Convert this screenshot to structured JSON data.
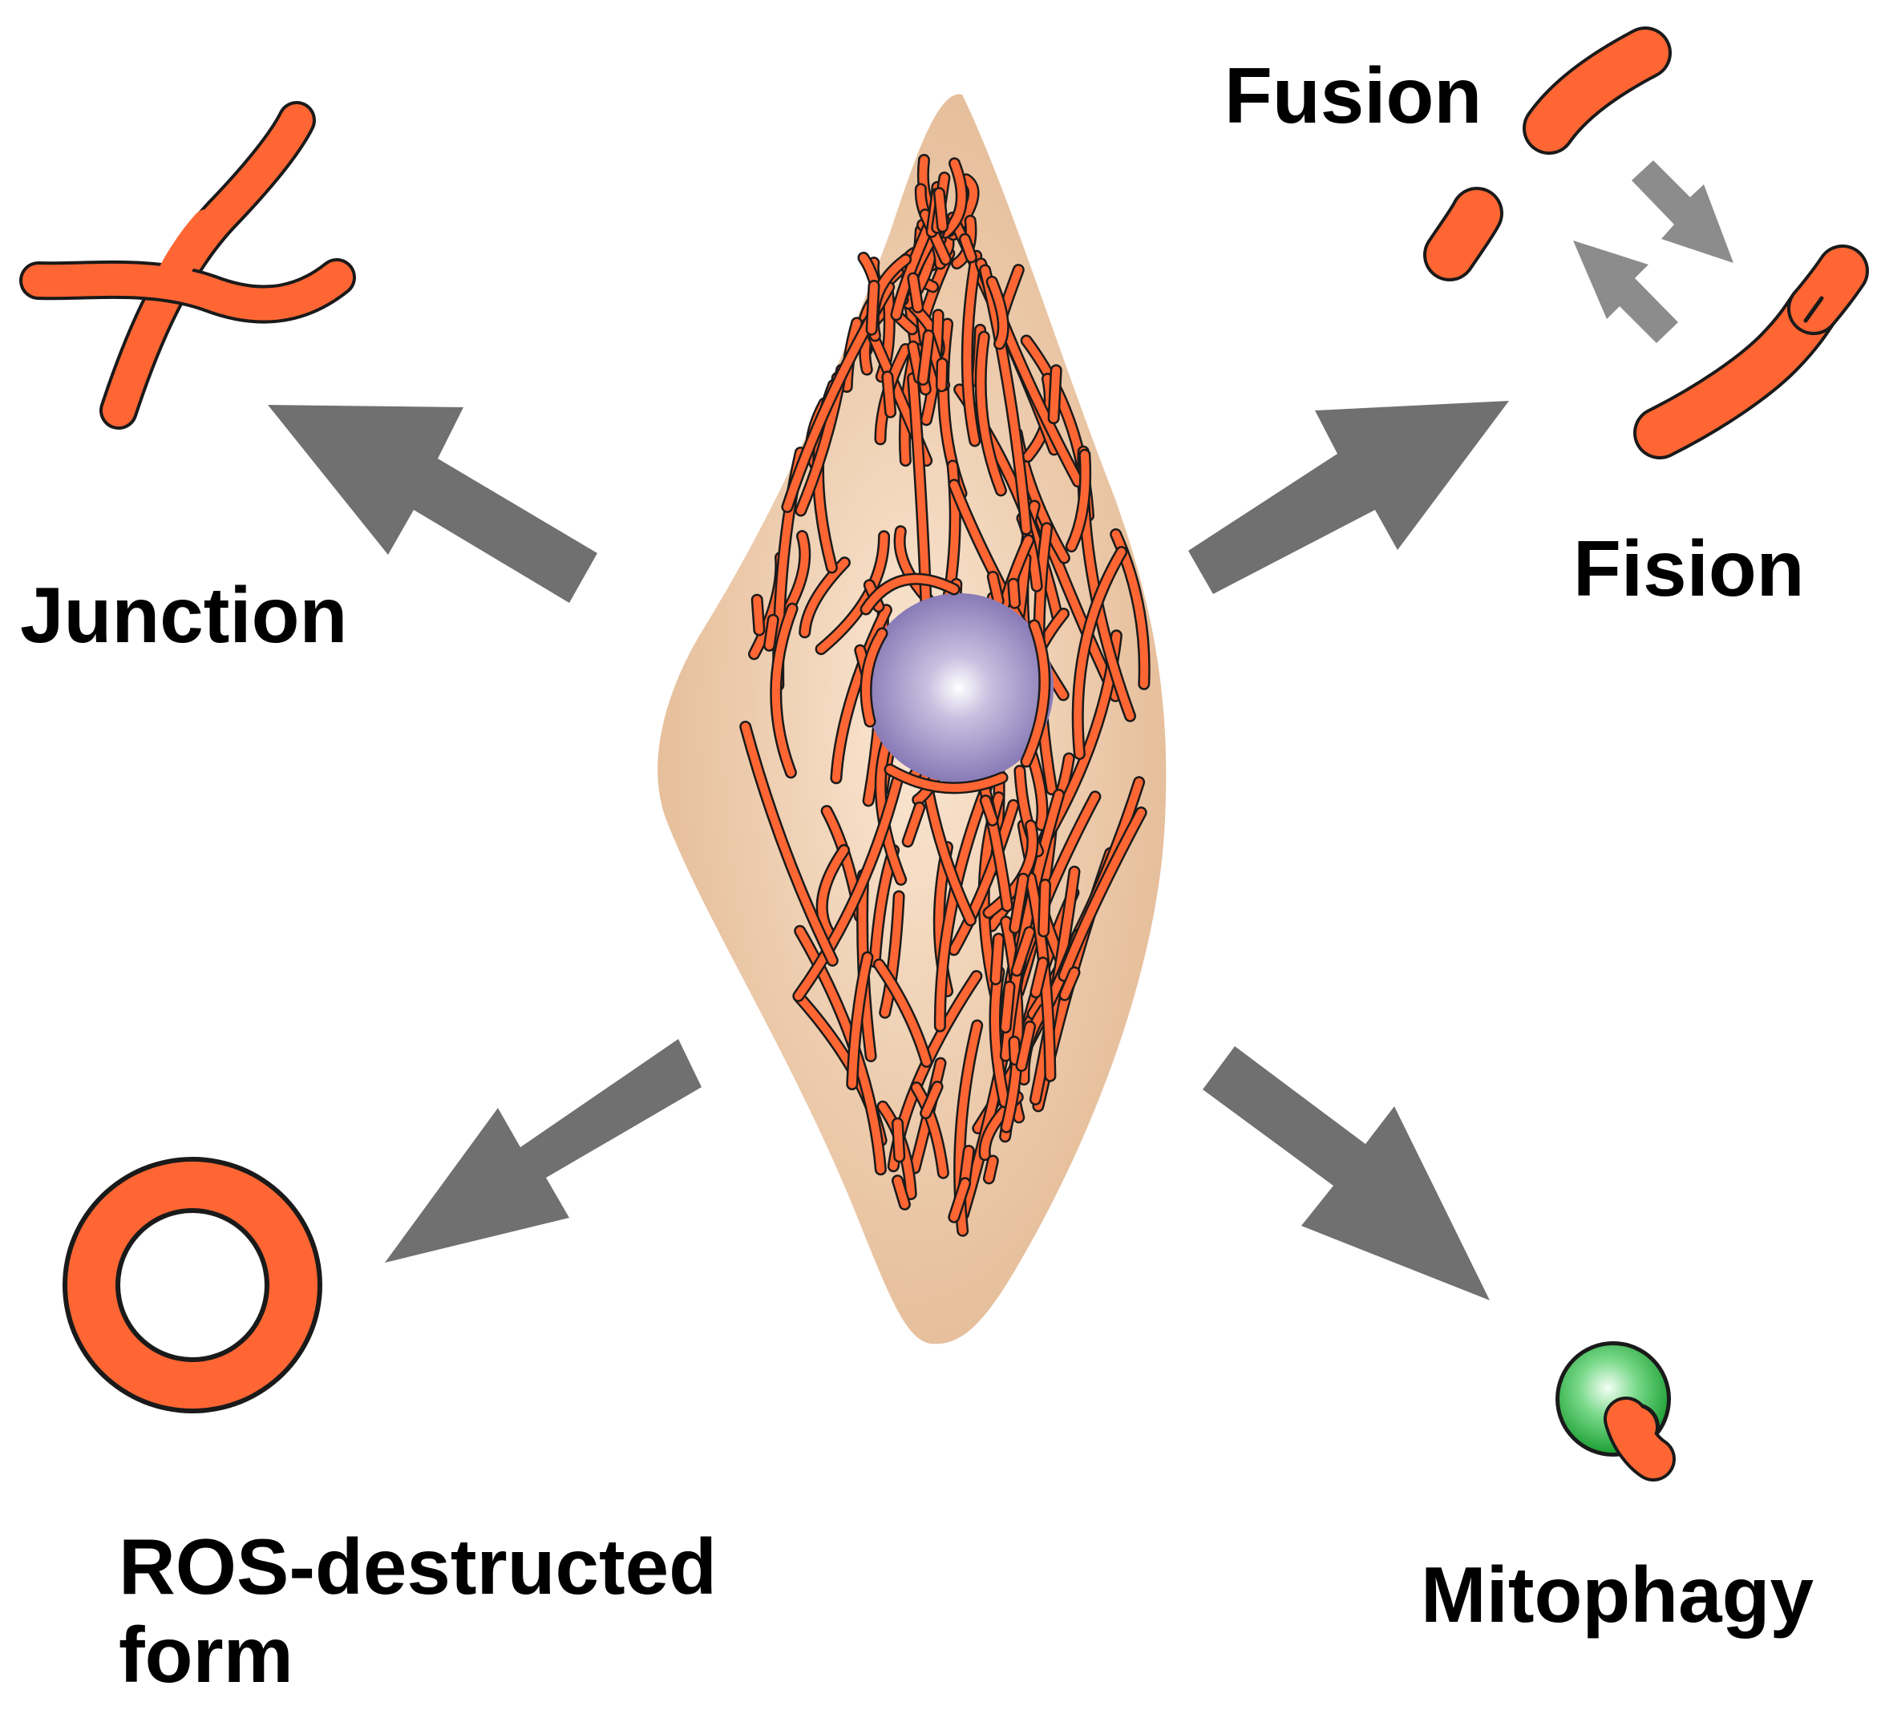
{
  "labels": {
    "fusion": "Fusion",
    "fision": "Fision",
    "junction": "Junction",
    "ros_line1": "ROS-destructed",
    "ros_line2": "form",
    "mitophagy": "Mitophagy"
  },
  "colors": {
    "mitochondria_fill": "#ff6633",
    "mitochondria_outline": "#1a1a1a",
    "cell_body": "#e8bd96",
    "cell_body_light": "#f8e0c8",
    "nucleus": "#8679b8",
    "nucleus_highlight": "#ffffff",
    "arrow": "#707070",
    "small_arrow": "#8c8c8c",
    "lysosome": "#2eb342",
    "label_text": "#000000"
  },
  "icons": [
    "junction-mito-icon",
    "fusion-fission-icon",
    "ros-ring-icon",
    "mitophagy-icon",
    "cell-icon"
  ]
}
